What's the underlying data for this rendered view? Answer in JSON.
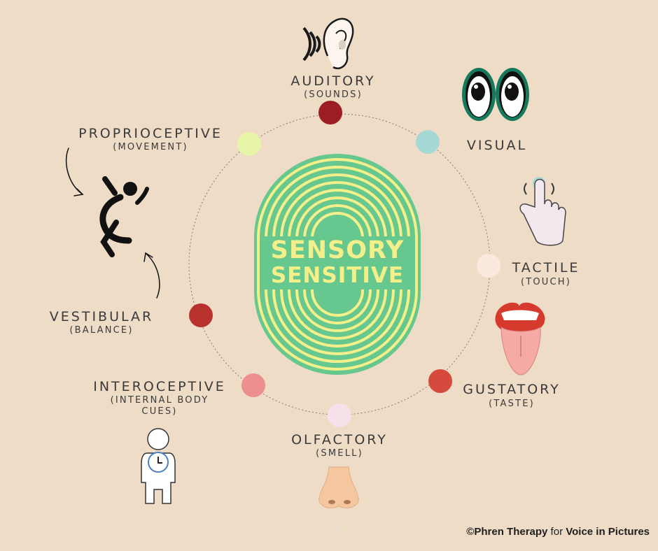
{
  "center": {
    "line1": "SENSORY",
    "line2": "SENSITIVE",
    "colors": {
      "outer": "#67c88f",
      "ring": "#f3ef8a",
      "text": "#f3ef8a"
    }
  },
  "senses": [
    {
      "id": "auditory",
      "label": "AUDITORY",
      "sub": "(SOUNDS)",
      "dot_color": "#9c1e24",
      "icon": "ear-icon"
    },
    {
      "id": "visual",
      "label": "VISUAL",
      "sub": "",
      "dot_color": "#a6d9d6",
      "icon": "eyes-icon"
    },
    {
      "id": "tactile",
      "label": "TACTILE",
      "sub": "(TOUCH)",
      "dot_color": "#fbe9df",
      "icon": "pointing-hand-icon"
    },
    {
      "id": "gustatory",
      "label": "GUSTATORY",
      "sub": "(TASTE)",
      "dot_color": "#d54a3d",
      "icon": "tongue-icon"
    },
    {
      "id": "olfactory",
      "label": "OLFACTORY",
      "sub": "(SMELL)",
      "dot_color": "#f6e1ea",
      "icon": "nose-icon"
    },
    {
      "id": "interoceptive",
      "label": "INTEROCEPTIVE",
      "sub_lines": [
        "(INTERNAL BODY",
        "CUES)"
      ],
      "dot_color": "#ed8f8f",
      "icon": "body-clock-icon"
    },
    {
      "id": "vestibular",
      "label": "VESTIBULAR",
      "sub": "(BALANCE)",
      "dot_color": "#b8322d",
      "icon": "balance-figure-icon"
    },
    {
      "id": "proprioceptive",
      "label": "PROPRIOCEPTIVE",
      "sub": "(MOVEMENT)",
      "dot_color": "#e6f5a8",
      "icon": "moving-figure-icon"
    }
  ],
  "credit": {
    "prefix": "©Phren Therapy",
    "connector": " for ",
    "suffix": "Voice in Pictures"
  }
}
